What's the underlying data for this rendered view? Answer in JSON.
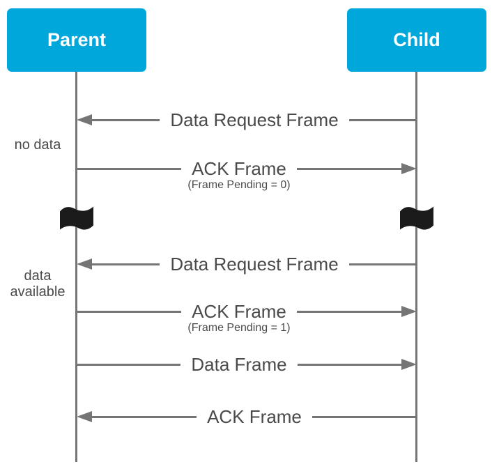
{
  "diagram": {
    "actors": [
      {
        "label": "Parent"
      },
      {
        "label": "Child"
      }
    ],
    "messages": [
      {
        "label": "Data Request Frame",
        "direction": "child-to-parent"
      },
      {
        "label": "ACK Frame",
        "subtitle": "(Frame Pending = 0)",
        "direction": "parent-to-child"
      },
      {
        "label": "Data Request Frame",
        "direction": "child-to-parent"
      },
      {
        "label": "ACK Frame",
        "subtitle": "(Frame Pending = 1)",
        "direction": "parent-to-child"
      },
      {
        "label": "Data Frame",
        "direction": "parent-to-child"
      },
      {
        "label": "ACK Frame",
        "direction": "child-to-parent"
      }
    ],
    "side_notes": [
      {
        "text": "no data"
      },
      {
        "text": "data available"
      }
    ],
    "icons": {
      "time_break": "wavy-flag-icon"
    },
    "colors": {
      "actor_bg": "#00a7da",
      "line": "#757575",
      "text": "#4a4a4a",
      "flag": "#1b1b1b"
    }
  }
}
